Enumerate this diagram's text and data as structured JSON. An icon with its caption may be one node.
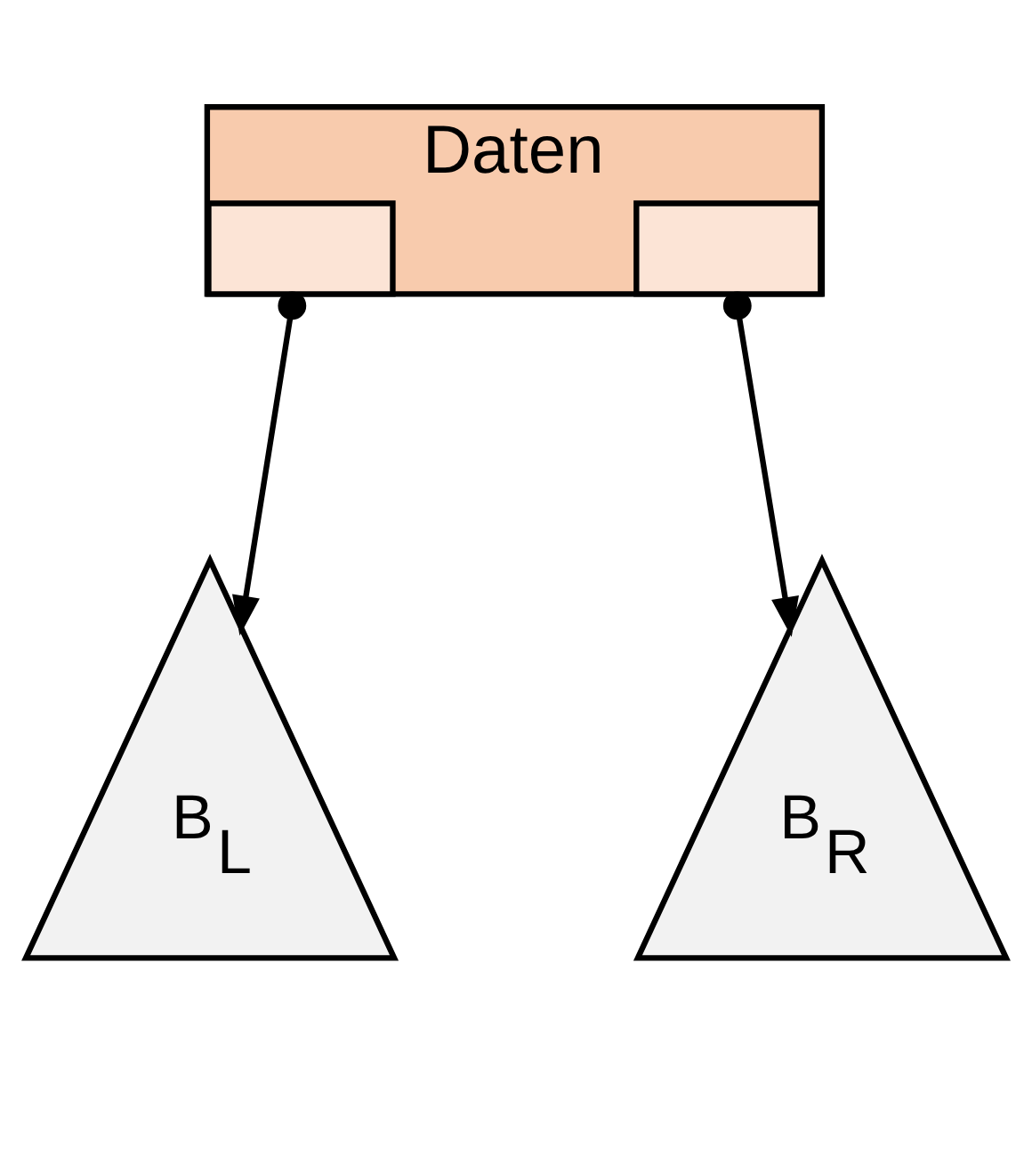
{
  "diagram": {
    "nodes": [
      {
        "text": [
          "Daten"
        ]
      },
      {
        "text": [],
        "shape": "box",
        "in": 0
      },
      {
        "text": [],
        "shape": "box",
        "in": 0
      },
      {
        "text": [
          "B$_{L}$"
        ]
      },
      {
        "text": [
          "B$_{R}$"
        ]
      }
    ],
    "edges": [
      {
        "from": 1,
        "to": 3,
        "arrow": "to"
      },
      {
        "from": 2,
        "to": 4,
        "arrow": "to"
      }
    ]
  }
}
